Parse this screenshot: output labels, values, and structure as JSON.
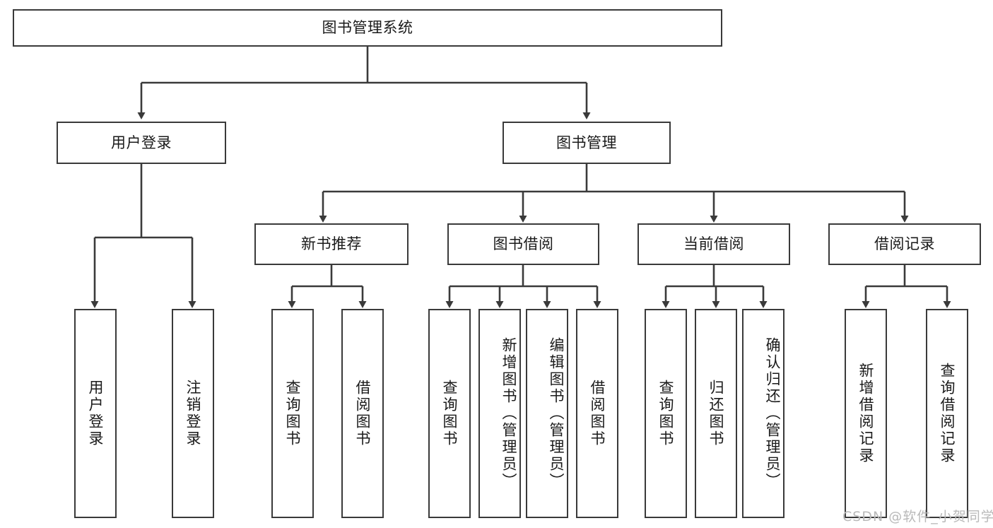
{
  "diagram": {
    "title": "图书管理系统",
    "type": "功能结构图",
    "stroke_color": "#3a3a3a",
    "fill_color": "#ffffff",
    "text_color": "#1a1a1a"
  },
  "root": {
    "label": "图书管理系统"
  },
  "level2": {
    "user_login": "用户登录",
    "book_manage": "图书管理"
  },
  "level3": {
    "new_book_rec": "新书推荐",
    "book_borrow": "图书借阅",
    "current_borrow": "当前借阅",
    "borrow_record": "借阅记录"
  },
  "leaves": {
    "user_login": [
      {
        "label": "用户登录"
      },
      {
        "label": "注销登录"
      }
    ],
    "new_book_rec": [
      {
        "label": "查询图书"
      },
      {
        "label": "借阅图书"
      }
    ],
    "book_borrow": [
      {
        "label": "查询图书"
      },
      {
        "label": "新增图书（管理员）"
      },
      {
        "label": "编辑图书（管理员）"
      },
      {
        "label": "借阅图书"
      }
    ],
    "current_borrow": [
      {
        "label": "查询图书"
      },
      {
        "label": "归还图书"
      },
      {
        "label": "确认归还（管理员）"
      }
    ],
    "borrow_record": [
      {
        "label": "新增借阅记录"
      },
      {
        "label": "查询借阅记录"
      }
    ]
  },
  "watermark": {
    "text": "CSDN @软件_小贺同学"
  }
}
